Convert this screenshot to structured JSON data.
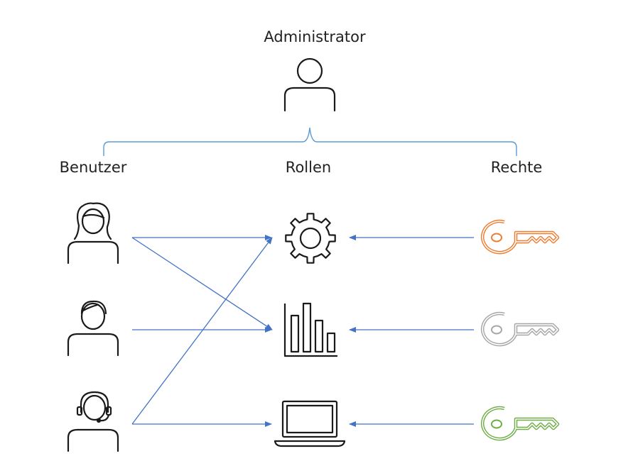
{
  "admin": {
    "label": "Administrator",
    "icon": "user-icon"
  },
  "columns": {
    "users": "Benutzer",
    "roles": "Rollen",
    "rights": "Rechte"
  },
  "users": [
    {
      "icon": "woman-user-icon"
    },
    {
      "icon": "man-user-icon"
    },
    {
      "icon": "headset-user-icon"
    }
  ],
  "roles": [
    {
      "icon": "gear-icon"
    },
    {
      "icon": "bar-chart-icon"
    },
    {
      "icon": "laptop-icon"
    }
  ],
  "rights": [
    {
      "icon": "key-icon",
      "color": "#ED7D31"
    },
    {
      "icon": "key-icon",
      "color": "#A6A6A6"
    },
    {
      "icon": "key-icon",
      "color": "#70AD47"
    }
  ],
  "colors": {
    "connector": "#4472C4",
    "bracket": "#5B9BD5",
    "icon_stroke": "#1a1a1a"
  }
}
